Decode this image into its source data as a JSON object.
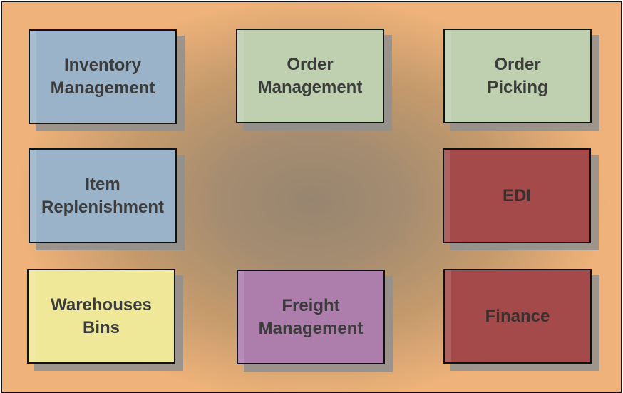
{
  "modules": [
    {
      "label": "Inventory\nManagement",
      "color": "#9ab3c9"
    },
    {
      "label": "Order\nManagement",
      "color": "#bfd0b0"
    },
    {
      "label": "Order\nPicking",
      "color": "#bfd0b0"
    },
    {
      "label": "Item\nReplenishment",
      "color": "#9ab3c9"
    },
    {
      "label": "EDI",
      "color": "#a44a4a"
    },
    {
      "label": "Warehouses\nBins",
      "color": "#eee898"
    },
    {
      "label": "Freight\nManagement",
      "color": "#ad7dac"
    },
    {
      "label": "Finance",
      "color": "#a44a4a"
    }
  ]
}
